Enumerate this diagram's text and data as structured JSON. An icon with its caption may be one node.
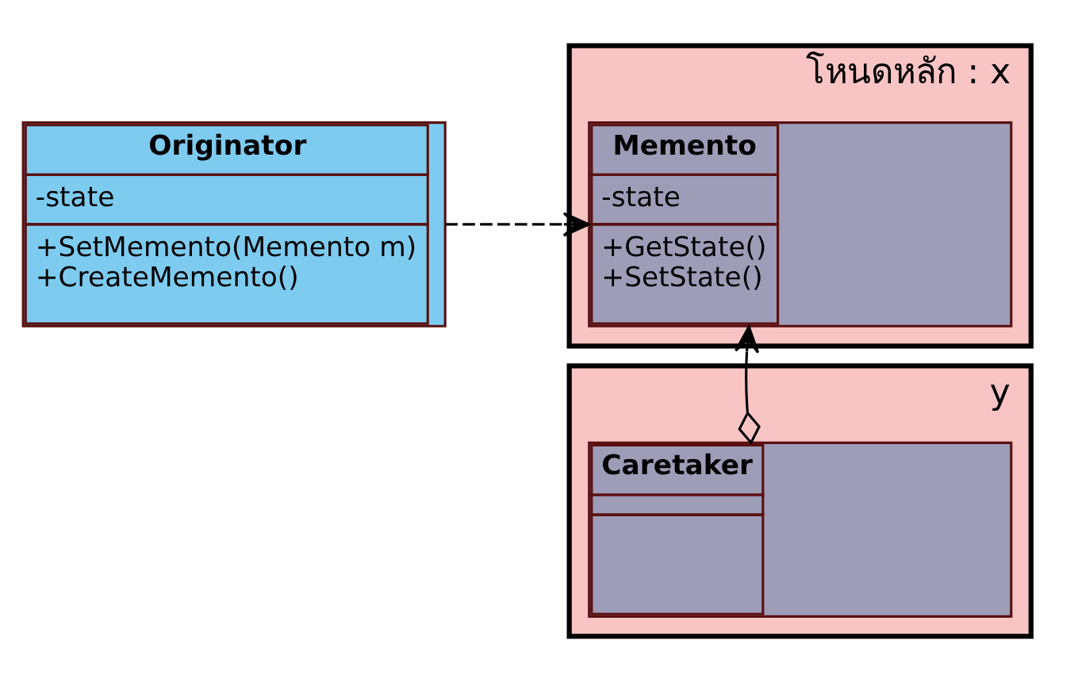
{
  "diagram": {
    "nodes": [
      {
        "text": [
          "Originator",
          "-state",
          "+SetMemento(Memento m)",
          "+CreateMemento()"
        ]
      },
      {
        "text": [
          "โหนดหลัก : x"
        ]
      },
      {
        "text": [
          "Memento",
          "-state",
          "+GetState()",
          "+SetState()"
        ],
        "in": 1
      },
      {
        "text": [
          "y"
        ]
      },
      {
        "text": [
          "Caretaker"
        ],
        "in": 3
      }
    ],
    "edges": [
      {
        "from": 0,
        "to": 2,
        "arrow": "to",
        "style": "dashed"
      },
      {
        "from": 4,
        "to": 2,
        "arrow": "to"
      }
    ]
  }
}
